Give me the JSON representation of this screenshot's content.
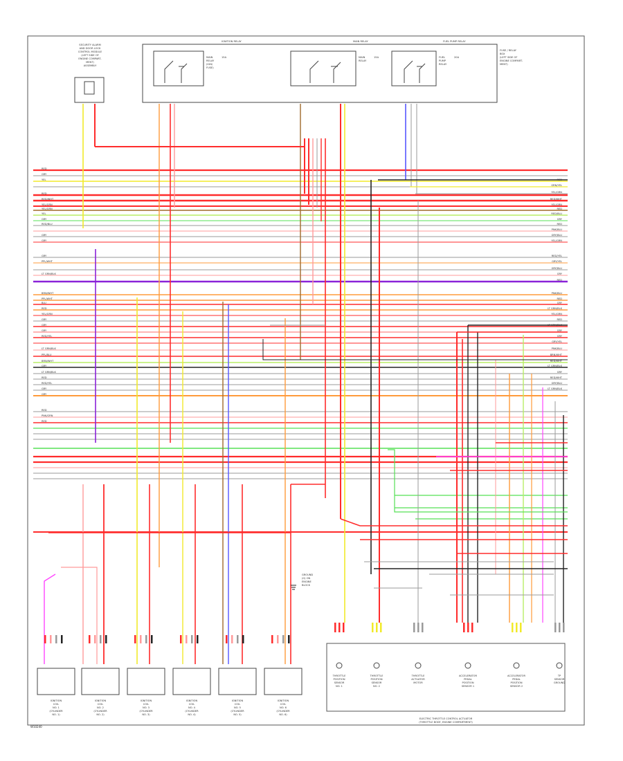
{
  "diagram_id": "W10240",
  "top_left_module": {
    "label_lines": [
      "SECURITY ALARM",
      "AND DOOR LOCK",
      "CONTROL MODULE",
      "(LEFT SIDE OF",
      "ENGINE COMPART-",
      "MENT)",
      "ASSEMBLY"
    ]
  },
  "relay_box": {
    "header_left": "IGNITION RELAY",
    "header_mid": "MAIN RELAY",
    "header_right": "FUEL PUMP RELAY",
    "relays": [
      {
        "label_lines": [
          "MAIN",
          "RELAY",
          "(IGN/",
          "FUSE)"
        ],
        "amp": "15A"
      },
      {
        "label_lines": [
          "MAIN",
          "RELAY"
        ],
        "amp": "15A"
      },
      {
        "label_lines": [
          "FUEL",
          "PUMP",
          "RELAY"
        ],
        "amp": "20A"
      }
    ],
    "side_note": [
      "FUSE / RELAY",
      "BOX",
      "(LEFT SIDE OF",
      "ENGINE COMPART-",
      "MENT)"
    ]
  },
  "left_wires": [
    "RED",
    "GRY",
    "YEL",
    "",
    "RED",
    "RED/WHT",
    "YEL/GRN",
    "YEL/GRN",
    "YEL",
    "GRY",
    "RED/BLU",
    "",
    "GRY",
    "GRY",
    "GRY",
    "PPL/WHT",
    "",
    "LT GRN/BLK",
    "",
    "BRN/WHT",
    "PPL/WHT",
    "BLU",
    "RED",
    "YEL/GRN",
    "GRY",
    "GRY",
    "GRY",
    "RED/YEL",
    "",
    "LT GRN/BLK",
    "PPL/BLU",
    "BRN/WHT",
    "GRY",
    "LT GRN/BLK",
    "RED",
    "RED/YEL",
    "GRY",
    "GRY",
    "RED",
    "PNK/GRN",
    "RED"
  ],
  "right_wires": [
    "RED",
    "GRN/YEL",
    "YEL/GRN",
    "RED/WHT",
    "YEL/GRN",
    "RED",
    "RED/BLU",
    "GRY",
    "RED",
    "PNK/BLU",
    "GRY/BLU",
    "YEL/GRN",
    "RED/YEL",
    "GRY/YEL",
    "GRY/BLU",
    "GRY",
    "RED",
    "PNK/BLU",
    "RED",
    "GRY",
    "LT GRN/BLK",
    "YEL/GRN",
    "RED",
    "LT GRN/BLK",
    "GRY",
    "GRY",
    "GRY/YEL",
    "PNK/BLU",
    "BRN/WHT",
    "RED/WHT",
    "LT GRN/BLK",
    "GRY",
    "RED/WHT",
    "GRY/BLU",
    "LT GRN/BLK"
  ],
  "ignition_coils": [
    {
      "label_lines": [
        "IGNITION",
        "COIL",
        "NO. 1",
        "(CYLINDER",
        "NO. 1)"
      ]
    },
    {
      "label_lines": [
        "IGNITION",
        "COIL",
        "NO. 2",
        "(CYLINDER",
        "NO. 2)"
      ]
    },
    {
      "label_lines": [
        "IGNITION",
        "COIL",
        "NO. 3",
        "(CYLINDER",
        "NO. 3)"
      ]
    },
    {
      "label_lines": [
        "IGNITION",
        "COIL",
        "NO. 4",
        "(CYLINDER",
        "NO. 4)"
      ]
    },
    {
      "label_lines": [
        "IGNITION",
        "COIL",
        "NO. 5",
        "(CYLINDER",
        "NO. 5)"
      ]
    },
    {
      "label_lines": [
        "IGNITION",
        "COIL",
        "NO. 6",
        "(CYLINDER",
        "NO. 6)"
      ]
    }
  ],
  "ground_note": [
    "GROUND",
    "(G) ON",
    "ENGINE",
    "BLOCK"
  ],
  "sensor_group": {
    "footer": "ELECTRIC THROTTLE CONTROL ACTUATOR",
    "footer2": "(THROTTLE BODY, ENGINE COMPARTMENT)",
    "sensors": [
      {
        "label_lines": [
          "THROTTLE",
          "POSITION",
          "SENSOR",
          "NO. 1"
        ]
      },
      {
        "label_lines": [
          "THROTTLE",
          "POSITION",
          "SENSOR",
          "NO. 2"
        ]
      },
      {
        "label_lines": [
          "THROTTLE",
          "ACTUATOR",
          "MOTOR"
        ]
      },
      {
        "label_lines": [
          "ACCELERATOR",
          "PEDAL",
          "POSITION",
          "SENSOR 1"
        ]
      },
      {
        "label_lines": [
          "ACCELERATOR",
          "PEDAL",
          "POSITION",
          "SENSOR 2"
        ]
      },
      {
        "label_lines": [
          "TP",
          "SENSOR",
          "GROUND"
        ]
      }
    ]
  },
  "colors": {
    "red": "#ff2b2b",
    "pink": "#ff9a9a",
    "yellow": "#f2ea2a",
    "green": "#55e055",
    "ltgreen": "#b8ee66",
    "orange": "#ff9a3a",
    "purple": "#8a22d8",
    "blue": "#5555ff",
    "gray": "#9a9a9a",
    "black": "#222222",
    "brown": "#a06a2a",
    "magenta": "#ff44ff"
  }
}
